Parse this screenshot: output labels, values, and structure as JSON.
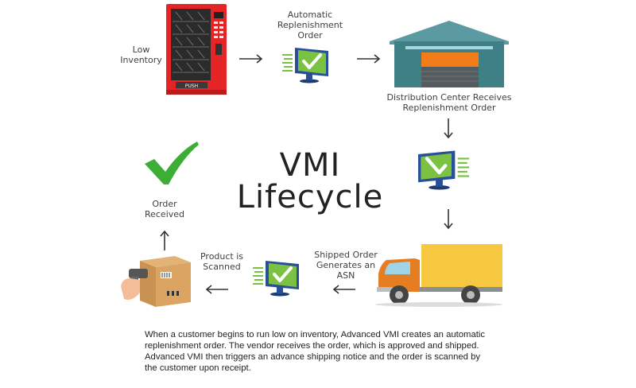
{
  "title": {
    "line1": "VMI",
    "line2": "Lifecycle"
  },
  "steps": {
    "low_inventory": "Low\nInventory",
    "auto_order": "Automatic\nReplenishment\nOrder",
    "dc_receives": "Distribution Center Receives\nReplenishment Order",
    "shipped_order": "Shipped Order\nGenerates an ASN",
    "product_scanned": "Product is\nScanned",
    "order_received": "Order\nReceived"
  },
  "icons": {
    "vending": "vending-machine-icon",
    "monitor": "monitor-check-icon",
    "warehouse": "warehouse-icon",
    "truck": "delivery-truck-icon",
    "box": "box-scanner-icon",
    "check": "checkmark-icon",
    "vending_push": "PUSH"
  },
  "colors": {
    "vending_red": "#e52525",
    "monitor_green": "#7cc242",
    "monitor_blue": "#2a4f99",
    "warehouse_teal": "#3f7f86",
    "warehouse_door": "#f07d1a",
    "truck_yellow": "#f6c83f",
    "truck_cab": "#e57d22",
    "check_green": "#3cae35"
  },
  "caption": {
    "line1": "When a customer begins to run low on inventory, Advanced VMI creates an automatic",
    "line2": "replenishment order. The vendor receives the order, which is approved and shipped.",
    "line3": "Advanced VMI then triggers an advance shipping notice and the order is scanned by",
    "line4": "the customer upon receipt."
  }
}
